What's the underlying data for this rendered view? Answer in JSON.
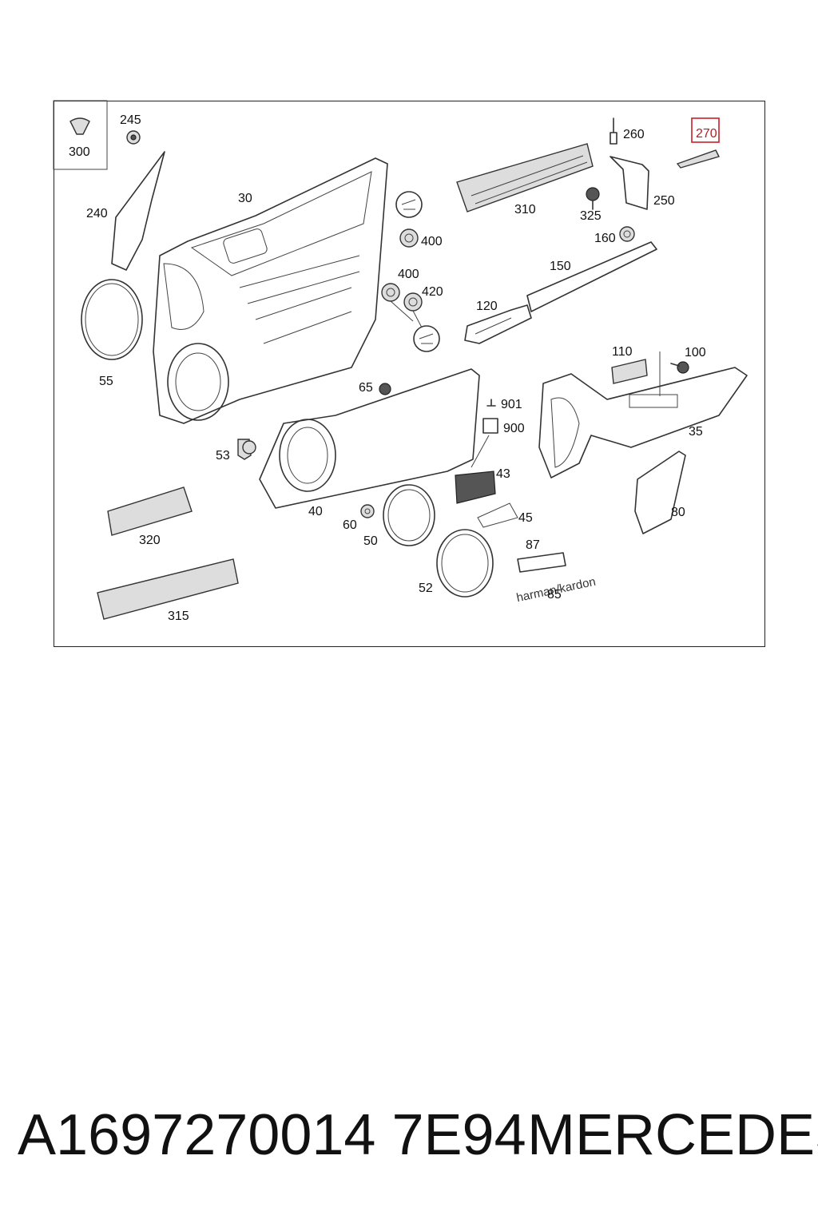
{
  "diagram": {
    "callouts": {
      "c300": "300",
      "c245": "245",
      "c240": "240",
      "c30": "30",
      "c55": "55",
      "c400a": "400",
      "c400b": "400",
      "c420": "420",
      "c310": "310",
      "c260": "260",
      "c270": "270",
      "c250": "250",
      "c325": "325",
      "c160": "160",
      "c150": "150",
      "c120": "120",
      "c110": "110",
      "c100": "100",
      "c35": "35",
      "c65": "65",
      "c901": "901",
      "c900": "900",
      "c53": "53",
      "c40": "40",
      "c43": "43",
      "c45": "45",
      "c60": "60",
      "c50": "50",
      "c80": "80",
      "c320": "320",
      "c87": "87",
      "c85": "85",
      "c52": "52",
      "c315": "315"
    },
    "highlighted_callout": "270",
    "highlight_color": "#c8202a",
    "logo_text": "harman/kardon"
  },
  "footer": {
    "part_number": "A1697270014 7E94",
    "brand": "MERCEDES"
  }
}
